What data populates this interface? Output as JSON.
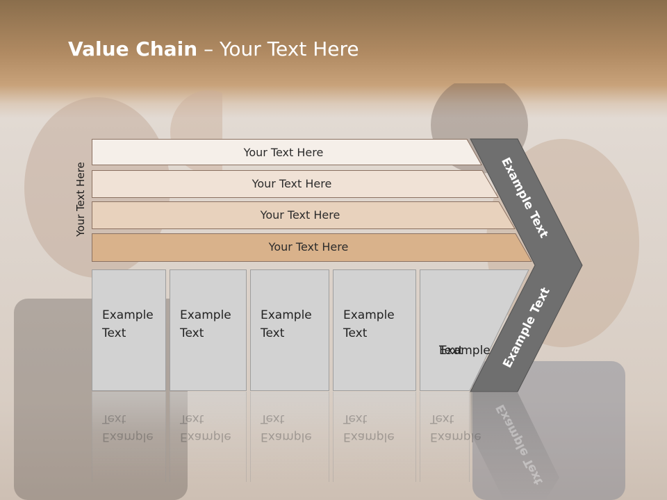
{
  "title": {
    "bold": "Value Chain",
    "rest": " – Your Text Here"
  },
  "side_label": "Your Text Here",
  "bars": [
    {
      "label": "Your Text Here",
      "fill": "#f5efe9"
    },
    {
      "label": "Your Text Here",
      "fill": "#f0e2d6"
    },
    {
      "label": "Your Text Here",
      "fill": "#e8d2bd"
    },
    {
      "label": "Your Text Here",
      "fill": "#d9b28b"
    }
  ],
  "boxes": [
    {
      "line1": "Example",
      "line2": "Text"
    },
    {
      "line1": "Example",
      "line2": "Text"
    },
    {
      "line1": "Example",
      "line2": "Text"
    },
    {
      "line1": "Example",
      "line2": "Text"
    },
    {
      "line1": "Example",
      "line2": "Text"
    }
  ],
  "chevron": {
    "upper": "Example Text",
    "lower": "Example Text",
    "fill": "#6f6f6f"
  },
  "colors": {
    "header": "#b08a62",
    "box": "#d2d2d2",
    "title": "#ffffff"
  }
}
